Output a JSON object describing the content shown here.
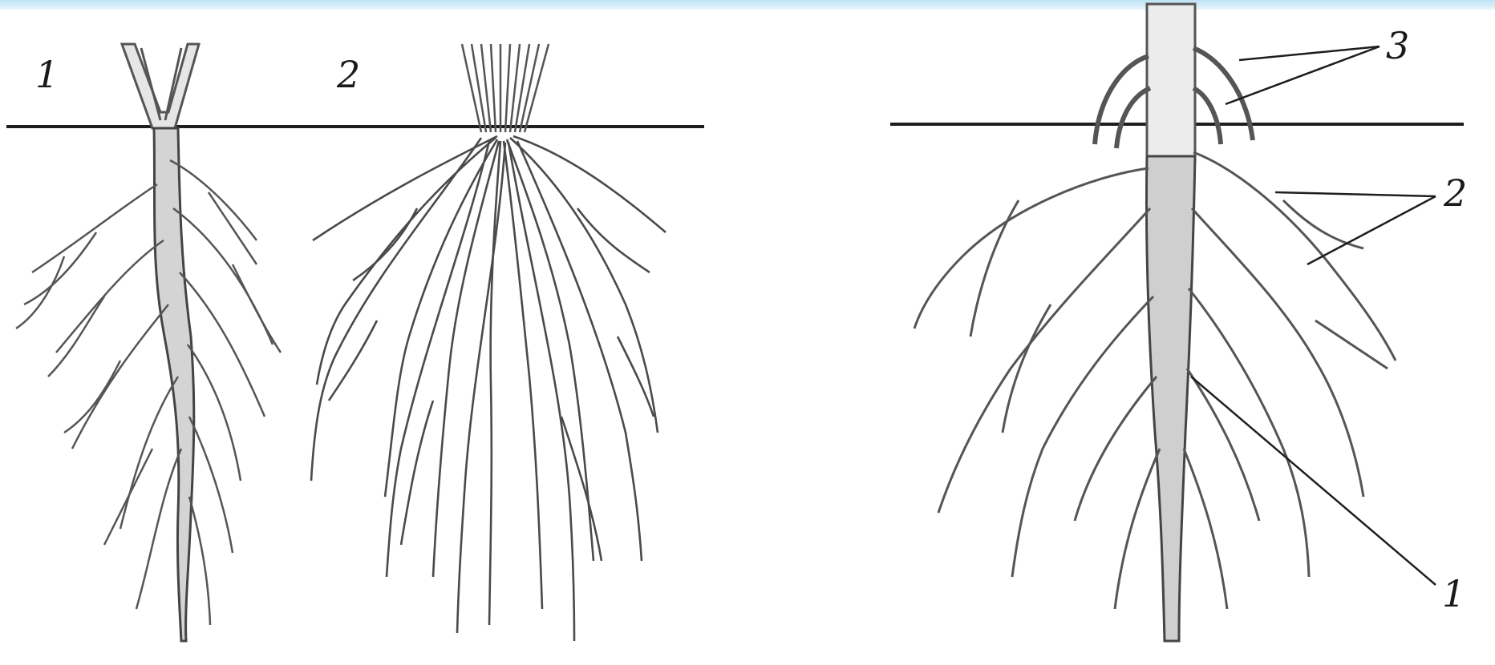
{
  "labels": {
    "left_taproot": "1",
    "left_fibrous": "2",
    "right_main_root": "1",
    "right_lateral_roots": "2",
    "right_adventitious_roots": "3"
  },
  "colors": {
    "ink": "#2a2a2a",
    "root_fill": "#d9d9d9",
    "root_shade": "#9a9a9a",
    "top_strip": "#bfe3f5"
  }
}
